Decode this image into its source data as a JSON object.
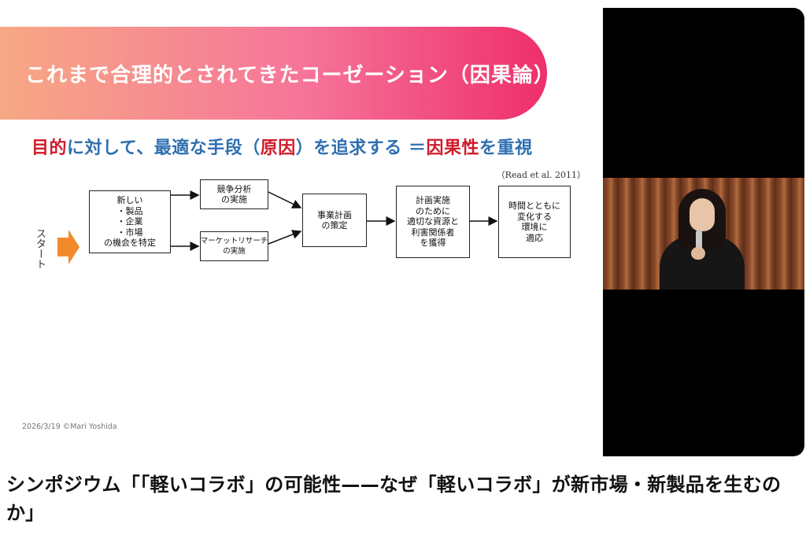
{
  "slide": {
    "title": "これまで合理的とされてきたコーゼーション（因果論）",
    "subtitle": {
      "part1": "目的",
      "part2": "に対して、最適な手段（",
      "part3": "原因",
      "part4": "）を追求する ＝",
      "part5": "因果性",
      "part6": "を重視"
    },
    "citation": "（Read et al. 2011）",
    "start_label": "スタート",
    "boxes": {
      "opportunity": [
        "新しい",
        "・製品",
        "・企業",
        "・市場",
        "の機会を特定"
      ],
      "competition": [
        "競争分析",
        "の実施"
      ],
      "marketing": [
        "マーケットリサーチ",
        "の実施"
      ],
      "plan": [
        "事業計画",
        "の策定"
      ],
      "resources": [
        "計画実施",
        "のために",
        "適切な資源と",
        "利害関係者",
        "を獲得"
      ],
      "adapt": [
        "時間とともに",
        "変化する",
        "環境に",
        "適応"
      ]
    },
    "footer": "2026/3/19 ©Mari Yoshida"
  },
  "headline": "シンポジウム「「軽いコラボ」の可能性——なぜ「軽いコラボ」が新市場・新製品を生むのか」",
  "colors": {
    "banner_start": "#f7a884",
    "banner_end": "#ee2f6b",
    "red": "#d01b2b",
    "blue": "#2f6fb0",
    "start_arrow": "#f28a2c"
  }
}
